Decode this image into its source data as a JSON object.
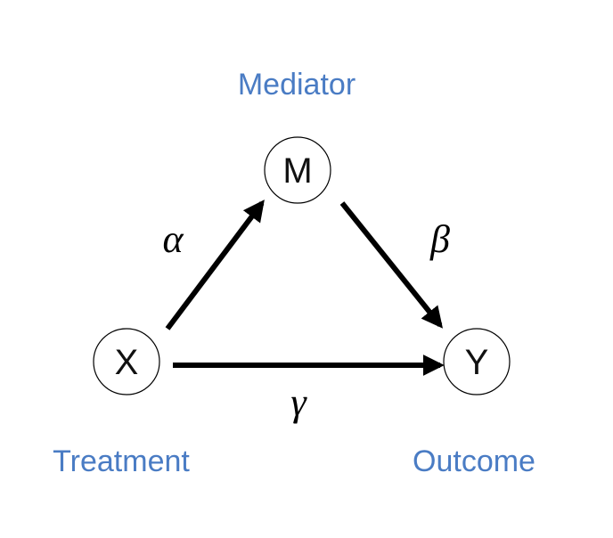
{
  "colors": {
    "role_label": "#4a7cc4",
    "node_stroke": "#000000",
    "arrow": "#000000"
  },
  "nodes": {
    "mediator": {
      "symbol": "M",
      "role": "Mediator"
    },
    "treatment": {
      "symbol": "X",
      "role": "Treatment"
    },
    "outcome": {
      "symbol": "Y",
      "role": "Outcome"
    }
  },
  "edges": {
    "x_to_m": {
      "coefficient": "α"
    },
    "m_to_y": {
      "coefficient": "β"
    },
    "x_to_y": {
      "coefficient": "γ"
    }
  }
}
